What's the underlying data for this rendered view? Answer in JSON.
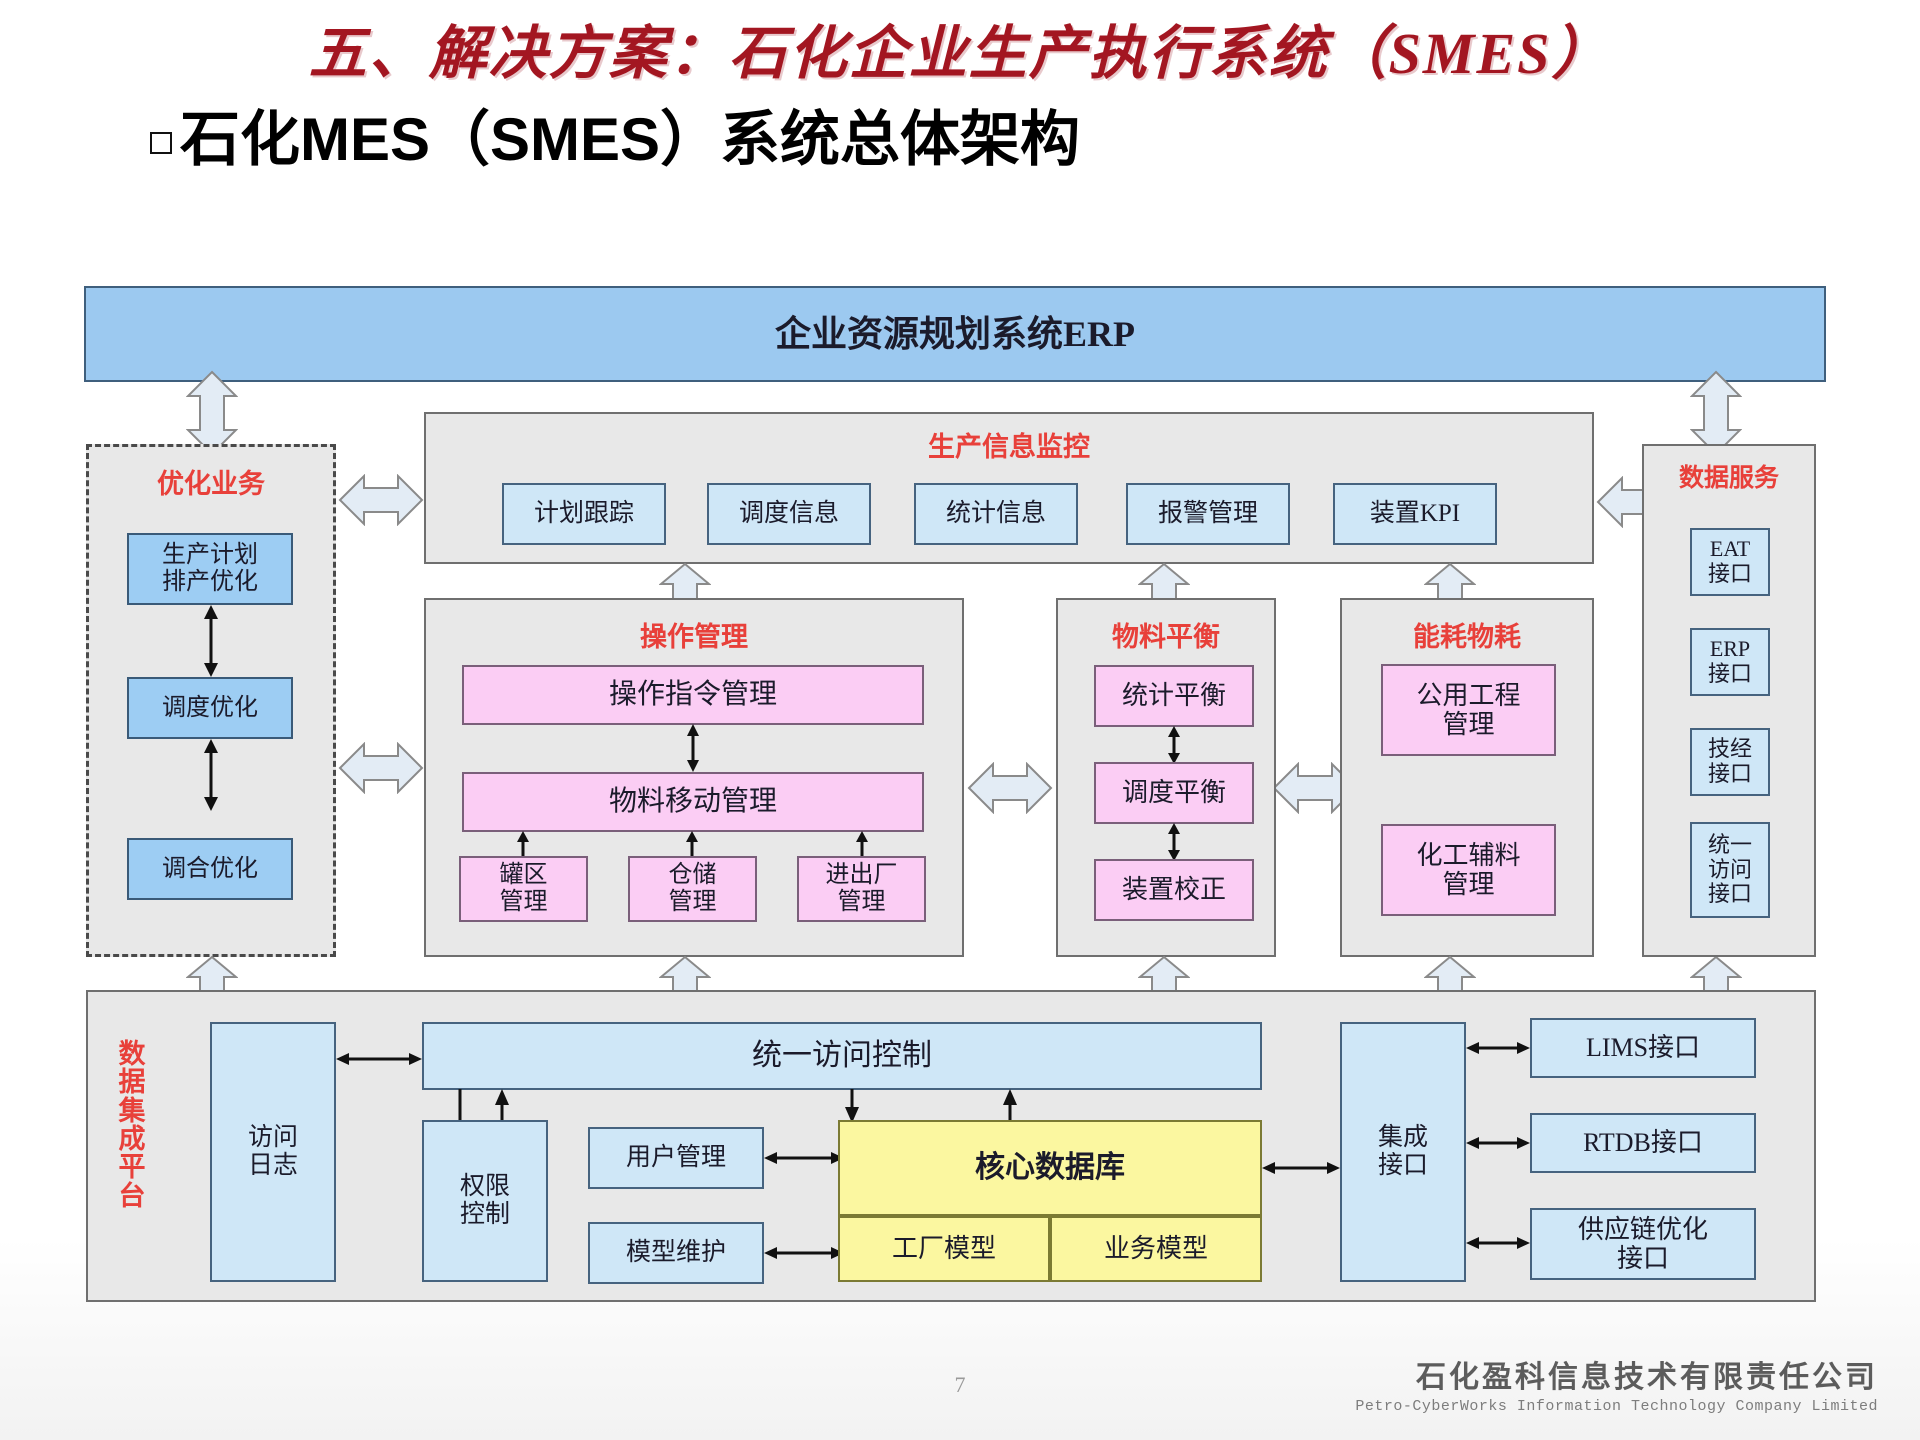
{
  "slide": {
    "title": "五、解决方案：石化企业生产执行系统（SMES）",
    "subtitle": "石化MES（SMES）系统总体架构",
    "page_number": "7",
    "accent_red": "#e8403a",
    "title_red": "#a31621"
  },
  "footer": {
    "company_cn": "石化盈科信息技术有限责任公司",
    "company_en": "Petro-CyberWorks Information Technology Company Limited"
  },
  "erp": {
    "label": "企业资源规划系统ERP"
  },
  "optimization": {
    "title": "优化业务",
    "items": [
      {
        "label": "生产计划\n排产优化"
      },
      {
        "label": "调度优化"
      },
      {
        "label": "调合优化"
      }
    ]
  },
  "monitoring": {
    "title": "生产信息监控",
    "items": [
      {
        "label": "计划跟踪"
      },
      {
        "label": "调度信息"
      },
      {
        "label": "统计信息"
      },
      {
        "label": "报警管理"
      },
      {
        "label": "装置KPI"
      }
    ]
  },
  "operation": {
    "title": "操作管理",
    "main": [
      {
        "label": "操作指令管理"
      },
      {
        "label": "物料移动管理"
      }
    ],
    "sub": [
      {
        "label": "罐区\n管理"
      },
      {
        "label": "仓储\n管理"
      },
      {
        "label": "进出厂\n管理"
      }
    ]
  },
  "material_balance": {
    "title": "物料平衡",
    "items": [
      {
        "label": "统计平衡"
      },
      {
        "label": "调度平衡"
      },
      {
        "label": "装置校正"
      }
    ]
  },
  "energy": {
    "title": "能耗物耗",
    "items": [
      {
        "label": "公用工程\n管理"
      },
      {
        "label": "化工辅料\n管理"
      }
    ]
  },
  "data_service": {
    "title": "数据服务",
    "items": [
      {
        "label": "EAT\n接口"
      },
      {
        "label": "ERP\n接口"
      },
      {
        "label": "技经\n接口"
      },
      {
        "label": "统一\n访问\n接口"
      }
    ]
  },
  "platform": {
    "title": "数\n据\n集\n成\n平\n台",
    "access_log": {
      "label": "访问\n日志"
    },
    "unified_access": {
      "label": "统一访问控制"
    },
    "permission": {
      "label": "权限\n控制"
    },
    "user_mgmt": {
      "label": "用户管理"
    },
    "model_maint": {
      "label": "模型维护"
    },
    "core_db": {
      "label": "核心数据库"
    },
    "plant_model": {
      "label": "工厂模型"
    },
    "business_model": {
      "label": "业务模型"
    },
    "integration_if": {
      "label": "集成\n接口"
    },
    "interfaces": [
      {
        "label": "LIMS接口"
      },
      {
        "label": "RTDB接口"
      },
      {
        "label": "供应链优化\n接口"
      }
    ]
  }
}
